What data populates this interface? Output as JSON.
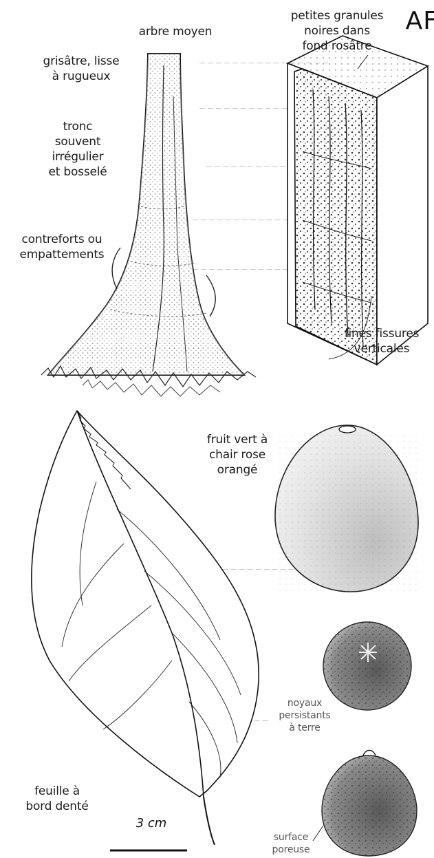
{
  "page": {
    "corner_text": "AF"
  },
  "labels": {
    "arbre_moyen": "arbre moyen",
    "petites_granules": "petites granules\nnoires dans\nfond rosâtre",
    "grisatre": "grisâtre, lisse\nà rugueux",
    "tronc": "tronc\nsouvent\nirrégulier\net bosselé",
    "contreforts": "contreforts ou\nempattements",
    "fines_fissures": "fines fissures\nverticales",
    "fruit": "fruit vert à\nchair rose\norangé",
    "noyaux": "noyaux\npersistants\nà terre",
    "feuille": "feuille à\nbord denté",
    "surface": "surface\nporeuse"
  },
  "scale": {
    "label": "3 cm"
  }
}
